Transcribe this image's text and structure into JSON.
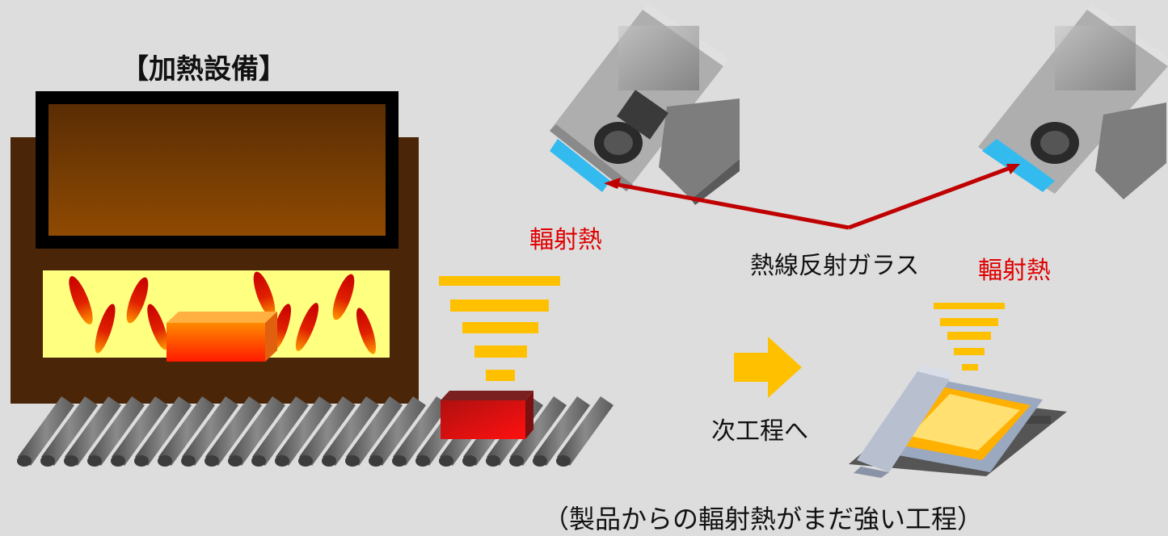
{
  "title": "【加熱設備】",
  "radiant_heat_label_1": "輻射熱",
  "radiant_heat_label_2": "輻射熱",
  "glass_label": "熱線反射ガラス",
  "next_process_label": "次工程へ",
  "caption": "（製品からの輻射熱がまだ強い工程）",
  "colors": {
    "background": "#dddddd",
    "furnace_body": "#4a2508",
    "heat_zone": "#ffff80",
    "flame": "#d01010",
    "heat_bars": "#ffc000",
    "arrow": "#ffc000",
    "glass": "#33bbf0",
    "pointer": "#c00000",
    "roller": "#707070"
  },
  "icons": [
    "camera-icon",
    "camera-icon",
    "arrow-right-icon",
    "conveyor-machine-icon"
  ]
}
